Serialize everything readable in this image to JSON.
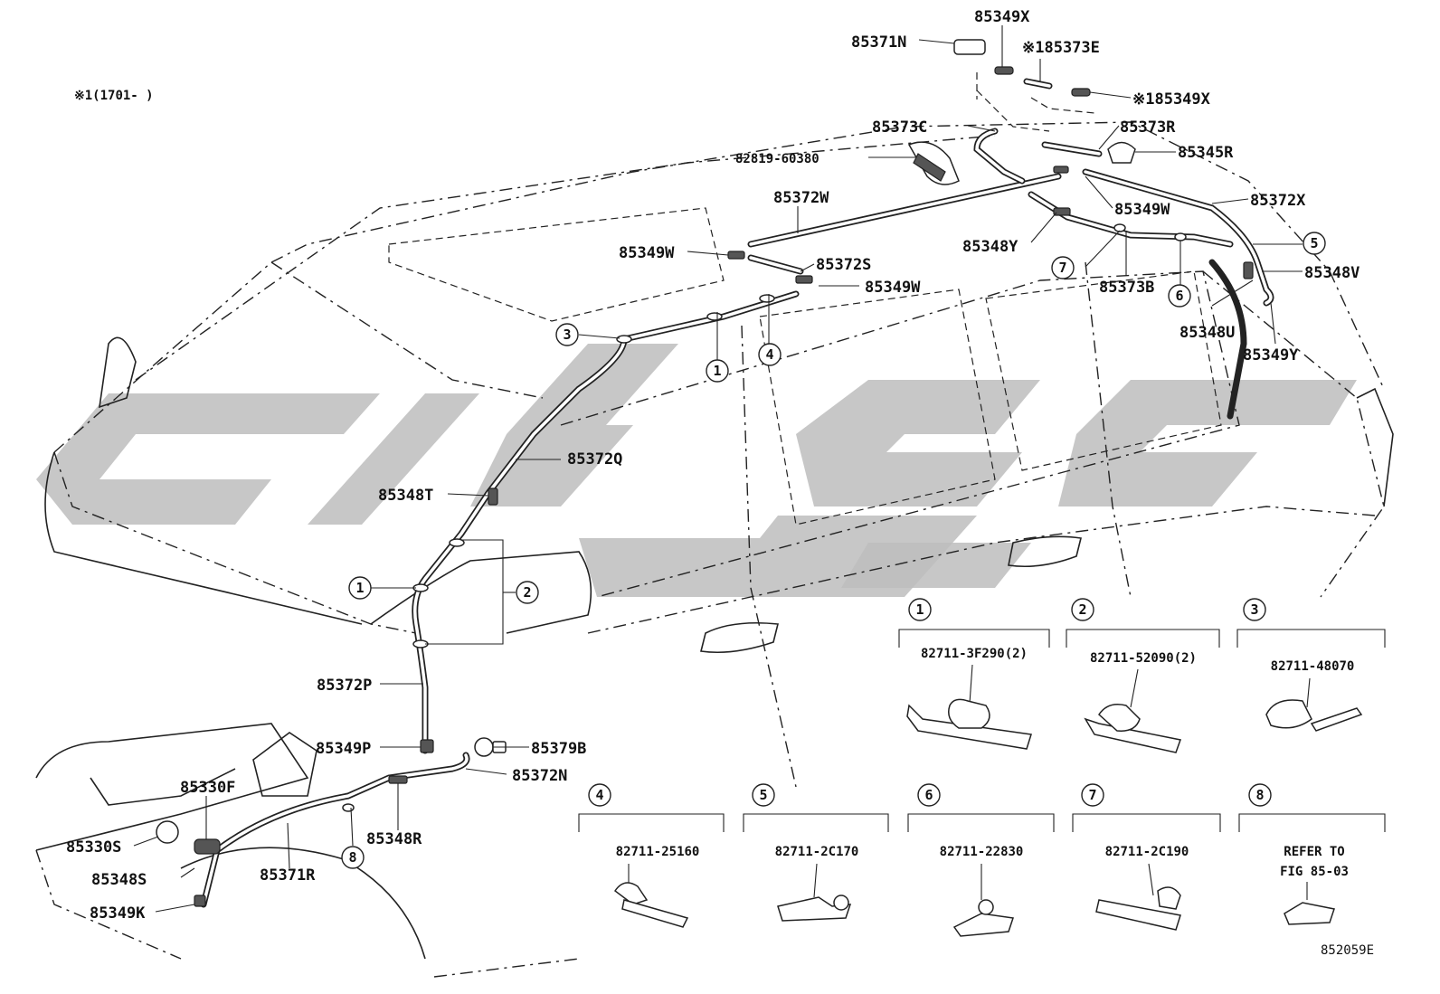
{
  "note_header": "※1(1701-      )",
  "figure_code": "852059E",
  "labels": {
    "p85349X_top": "85349X",
    "p85371N": "85371N",
    "p85373E": "※185373E",
    "p85349X_2": "※185349X",
    "p85373C": "85373C",
    "p85373R": "85373R",
    "p82819": "82819-60380",
    "p85345R": "85345R",
    "p85372W": "85372W",
    "p85372X": "85372X",
    "p85349W_a": "85349W",
    "p85349W_b": "85349W",
    "p85349W_c": "85349W",
    "p85372S": "85372S",
    "p85348Y": "85348Y",
    "p85373B": "85373B",
    "p85348V": "85348V",
    "p85348U": "85348U",
    "p85349Y": "85349Y",
    "p85372Q": "85372Q",
    "p85348T": "85348T",
    "p85372P": "85372P",
    "p85349P": "85349P",
    "p85379B": "85379B",
    "p85372N": "85372N",
    "p85330F": "85330F",
    "p85330S": "85330S",
    "p85348S": "85348S",
    "p85349K": "85349K",
    "p85371R": "85371R",
    "p85348R": "85348R"
  },
  "callouts": [
    "1",
    "2",
    "3",
    "4",
    "5",
    "6",
    "7",
    "8"
  ],
  "clip_boxes": [
    {
      "num": "1",
      "part": "82711-3F290(2)"
    },
    {
      "num": "2",
      "part": "82711-52090(2)"
    },
    {
      "num": "3",
      "part": "82711-48070"
    },
    {
      "num": "4",
      "part": "82711-25160"
    },
    {
      "num": "5",
      "part": "82711-2C170"
    },
    {
      "num": "6",
      "part": "82711-22830"
    },
    {
      "num": "7",
      "part": "82711-2C190"
    },
    {
      "num": "8",
      "part_line1": "REFER TO",
      "part_line2": "FIG 85-03"
    }
  ]
}
